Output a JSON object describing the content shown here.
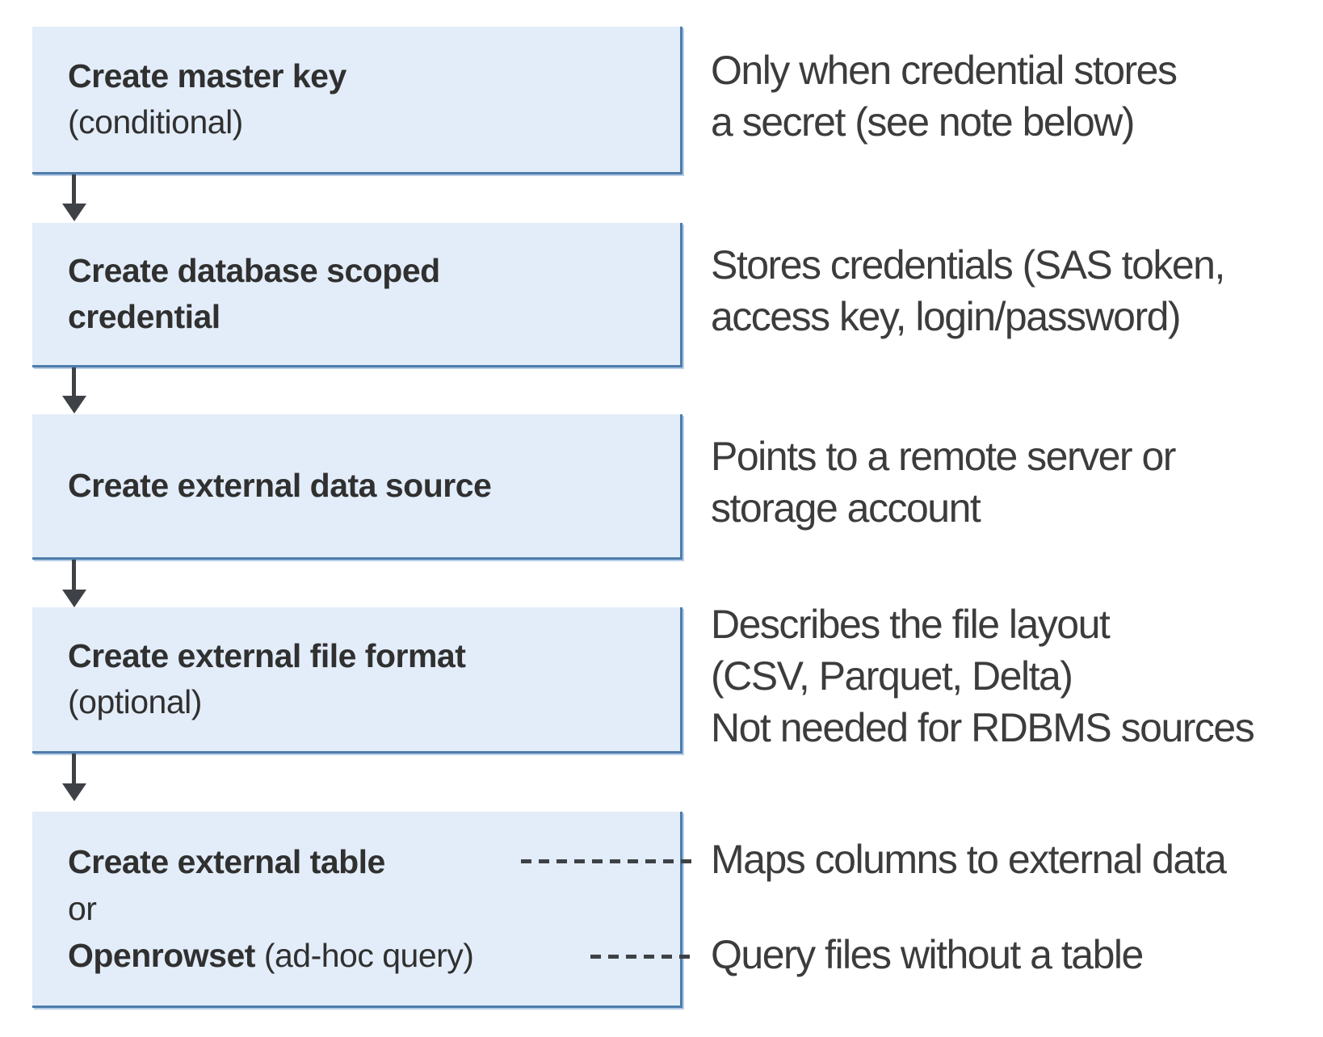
{
  "colors": {
    "box-fill": "#E3EDF9",
    "box-border": "#4D7CAB",
    "box-halo": "#B8CDE6",
    "ink": "#3E4247",
    "title-text": "#303030",
    "note-text": "#3C3C3C",
    "canvas": "#FFFFFF"
  },
  "steps": [
    {
      "title": "Create master key",
      "subtitle": "(conditional)",
      "note_lines": [
        "Only when credential stores",
        "a secret (see note below)"
      ]
    },
    {
      "title_line1": "Create database scoped",
      "title_line2": "credential",
      "note_lines": [
        "Stores credentials (SAS token,",
        "access key, login/password)"
      ]
    },
    {
      "title": "Create external data source",
      "note_lines": [
        "Points to a remote server or",
        "storage account"
      ]
    },
    {
      "title": "Create external file format",
      "subtitle": "(optional)",
      "note_lines": [
        "Describes the file layout",
        "(CSV, Parquet, Delta)",
        "Not needed for RDBMS sources"
      ]
    },
    {
      "option1_bold": "Create external table",
      "or_word": "or",
      "option2_bold": "Openrowset",
      "option2_rest": " (ad-hoc query)",
      "note_table": "Maps columns to external data",
      "note_openrowset": "Query files without a table"
    }
  ]
}
